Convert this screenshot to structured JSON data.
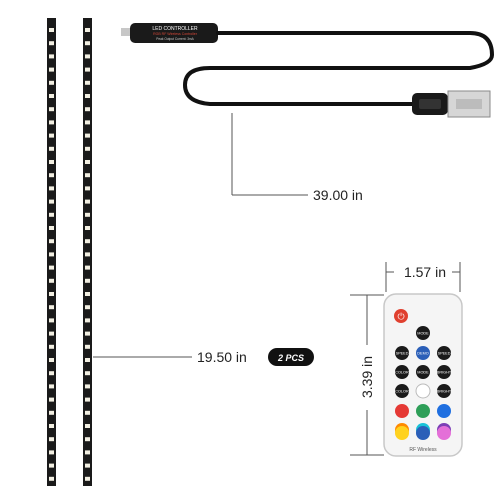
{
  "controller": {
    "label_line1": "LED CONTROLLER",
    "label_line2": "RGB RF Wireless Controller",
    "label_line3": "Peak Output Current: 3mA"
  },
  "dimensions": {
    "cable_length": "39.00 in",
    "strip_length": "19.50 in",
    "quantity_badge": "2 PCS",
    "remote_width": "1.57 in",
    "remote_height": "3.39 in"
  },
  "remote": {
    "brand_text": "RF Wireless",
    "buttons": {
      "mode_top": "MODE",
      "speed_minus": "SPEED",
      "speed_plus": "SPEED",
      "demo": "DEMO",
      "color_minus": "COLOR",
      "mode_mid": "MODE",
      "bright_minus": "BRIGHT",
      "color_plus": "COLOR",
      "bright_plus": "BRIGHT"
    }
  },
  "colors": {
    "strip": "#1a1a1a",
    "led": "#f2efe2",
    "cable": "#111111",
    "dim_line": "#555555",
    "remote_body": "#f5f5f5",
    "power_button": "#e0402f",
    "demo_button": "#2b5fb8",
    "swatches": [
      "#e53935",
      "#2e9f58",
      "#1f6fe0",
      "#ff8a00",
      "#19c3d8",
      "#7b3fb5",
      "#ffd21f",
      "#2b5fb8",
      "#e46fd8"
    ]
  }
}
